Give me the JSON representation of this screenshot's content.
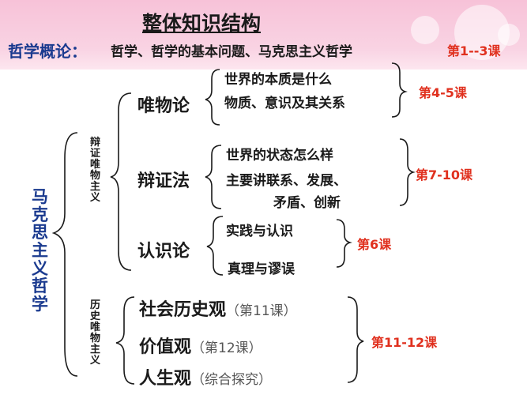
{
  "title": "整体知识结构",
  "intro": {
    "label": "哲学概论：",
    "text": "哲学、哲学的基本问题、马克思主义哲学",
    "lesson": "第1--3课"
  },
  "root": "马克思主义哲学",
  "branch_dialectical": "辩证唯物主义",
  "branch_historical": "历史唯物主义",
  "materialism": {
    "label": "唯物论",
    "items": [
      "世界的本质是什么",
      "物质、意识及其关系"
    ],
    "lesson": "第4-5课"
  },
  "dialectics": {
    "label": "辩证法",
    "items": [
      "世界的状态怎么样",
      "主要讲联系、发展、",
      "矛盾、创新"
    ],
    "lesson": "第7-10课"
  },
  "epistemology": {
    "label": "认识论",
    "items": [
      "实践与认识",
      "真理与谬误"
    ],
    "lesson": "第6课"
  },
  "historical": {
    "items": [
      {
        "label": "社会历史观",
        "note": "（第11课）"
      },
      {
        "label": "价值观",
        "note": "（第12课）"
      },
      {
        "label": "人生观",
        "note": "（综合探究）"
      }
    ],
    "lesson": "第11-12课"
  },
  "colors": {
    "banner": "#f7c2d8",
    "accent_blue": "#1a3a8f",
    "accent_red": "#e0301e",
    "text": "#1a1a1a"
  }
}
